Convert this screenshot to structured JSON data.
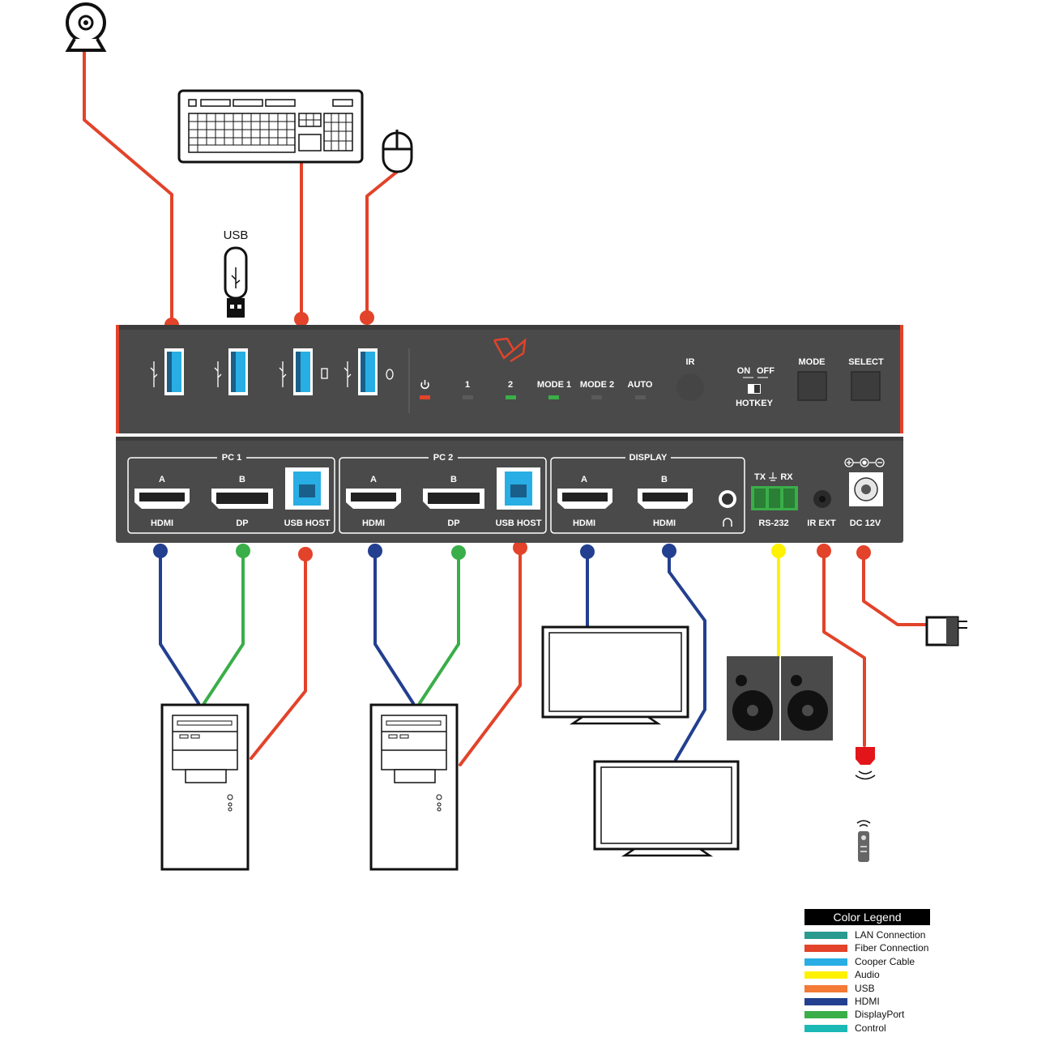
{
  "usb_drive_label": "USB",
  "front_panel": {
    "led_labels": [
      "1",
      "2",
      "MODE 1",
      "MODE 2",
      "AUTO"
    ],
    "ir_label": "IR",
    "hotkey": {
      "on": "ON",
      "off": "OFF",
      "label": "HOTKEY"
    },
    "mode_button": "MODE",
    "select_button": "SELECT"
  },
  "rear_panel": {
    "pc1": {
      "title": "PC 1",
      "a": "A",
      "b": "B",
      "hdmi": "HDMI",
      "dp": "DP",
      "usb_host": "USB HOST"
    },
    "pc2": {
      "title": "PC 2",
      "a": "A",
      "b": "B",
      "hdmi": "HDMI",
      "dp": "DP",
      "usb_host": "USB HOST"
    },
    "display": {
      "title": "DISPLAY",
      "a": "A",
      "b": "B",
      "hdmi_a": "HDMI",
      "hdmi_b": "HDMI"
    },
    "rs232": {
      "tx": "TX",
      "rx": "RX",
      "label": "RS-232"
    },
    "ir_ext": "IR EXT",
    "dc": "DC 12V"
  },
  "legend": {
    "title": "Color Legend",
    "items": [
      {
        "label": "LAN Connection",
        "color": "#2a9a8f"
      },
      {
        "label": "Fiber Connection",
        "color": "#e2432a"
      },
      {
        "label": "Cooper Cable",
        "color": "#28aee4"
      },
      {
        "label": "Audio",
        "color": "#fff200"
      },
      {
        "label": "USB",
        "color": "#f47a36"
      },
      {
        "label": "HDMI",
        "color": "#233f8f"
      },
      {
        "label": "DisplayPort",
        "color": "#3aae49"
      },
      {
        "label": "Control",
        "color": "#1bb9b5"
      }
    ]
  },
  "colors": {
    "usb_line": "#e2432a",
    "hdmi_line": "#233f8f",
    "dp_line": "#3aae49",
    "audio_line": "#fff200",
    "panel": "#4a4a4a",
    "accent": "#e2432a"
  }
}
